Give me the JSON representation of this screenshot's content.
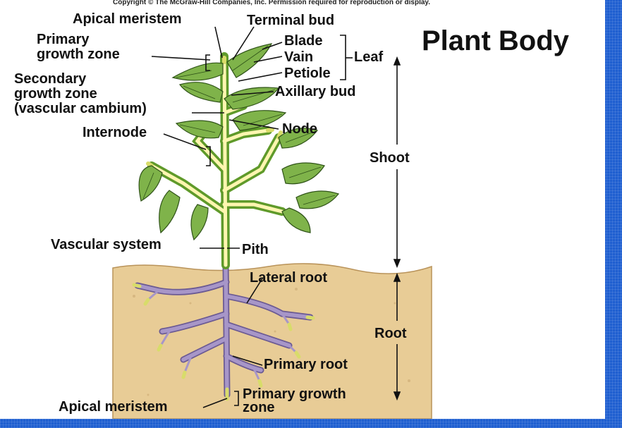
{
  "copyright": "Copyright © The McGraw-Hill Companies, Inc. Permission required for reproduction or display.",
  "title": "Plant Body",
  "labels": {
    "apical_meristem_top": "Apical meristem",
    "terminal_bud": "Terminal bud",
    "primary_growth_zone": "Primary\ngrowth zone",
    "blade": "Blade",
    "vain": "Vain",
    "petiole": "Petiole",
    "leaf": "Leaf",
    "secondary_growth_zone": "Secondary\ngrowth zone\n(vascular cambium)",
    "axillary_bud": "Axillary bud",
    "internode": "Internode",
    "node": "Node",
    "shoot": "Shoot",
    "vascular_system": "Vascular system",
    "pith": "Pith",
    "lateral_root": "Lateral root",
    "root": "Root",
    "primary_root": "Primary root",
    "primary_growth_zone_root": "Primary growth\nzone",
    "apical_meristem_bottom": "Apical meristem"
  },
  "colors": {
    "soil": "#e8cc96",
    "stem": "#5f9a2a",
    "stem_core": "#fff6b0",
    "root": "#a796c8",
    "leaf": "#7fb34a",
    "background": "#1f5fd0"
  }
}
